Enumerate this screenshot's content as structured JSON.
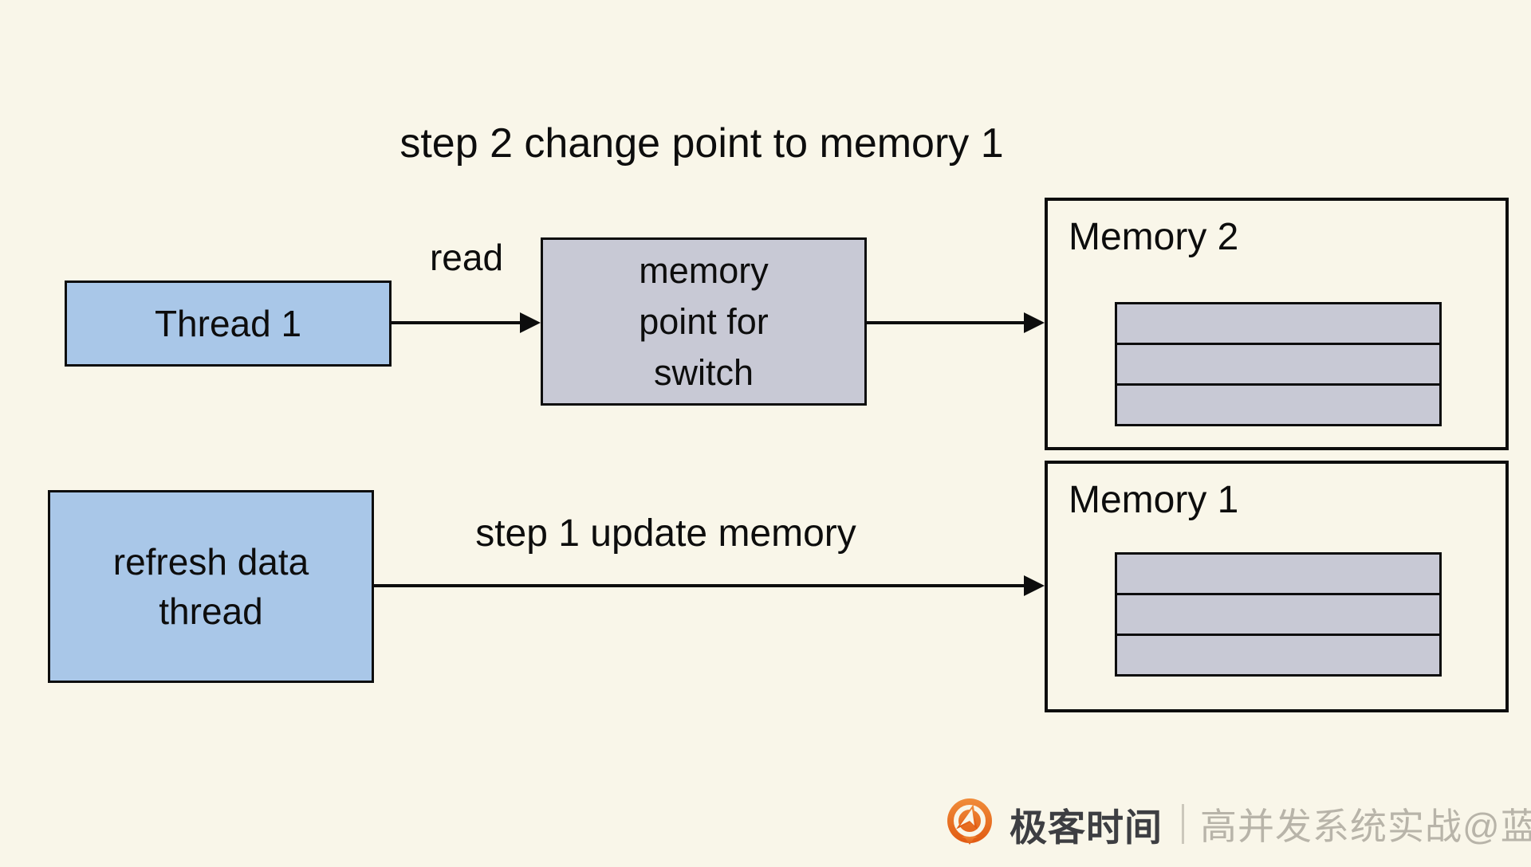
{
  "title": "step 2 change point to memory 1",
  "labels": {
    "read": "read",
    "step1": "step 1 update memory"
  },
  "boxes": {
    "thread1": {
      "label": "Thread 1"
    },
    "memory_point": {
      "lines": [
        "memory",
        "point for",
        "switch"
      ]
    },
    "refresh_thread": {
      "lines": [
        "refresh data",
        "thread"
      ]
    },
    "memory2": {
      "title": "Memory 2",
      "row_count": 3
    },
    "memory1": {
      "title": "Memory 1",
      "row_count": 3
    }
  },
  "footer": {
    "logo": "geektime-logo",
    "brand": "极客时间",
    "watermark": "高并发系统实战@蓝天"
  },
  "colors": {
    "background": "#f9f6e9",
    "thread_box_blue": "#a9c7e8",
    "memory_gray": "#c8c9d5",
    "border_black": "#0d0d0d",
    "logo_orange": "#e8721c",
    "brand_text": "#3d3e42",
    "watermark_text": "#b8b4a9"
  }
}
